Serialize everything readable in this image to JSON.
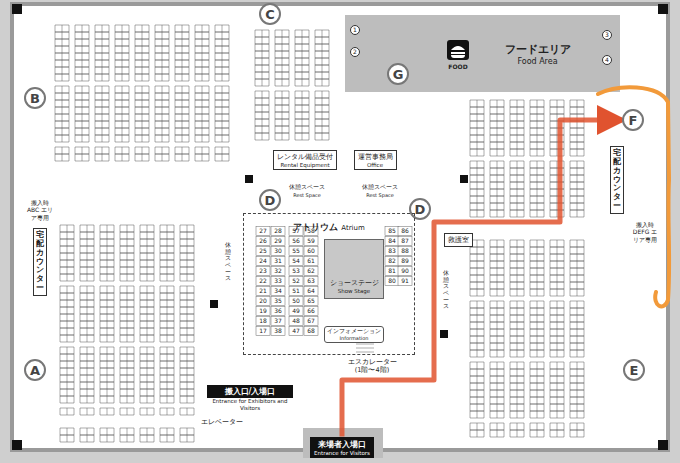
{
  "diagram": {
    "nodes": [
      {
        "text": [
          "C"
        ]
      },
      {
        "text": [
          "G"
        ]
      },
      {
        "text": [
          "B"
        ]
      },
      {
        "text": [
          "F"
        ]
      },
      {
        "text": [
          "D"
        ]
      },
      {
        "text": [
          "D"
        ]
      },
      {
        "text": [
          "A"
        ]
      },
      {
        "text": [
          "E"
        ]
      },
      {
        "text": [
          "フードエリア",
          "Food Area"
        ]
      },
      {
        "text": [
          "レンタル備品受付",
          "Rental Equipment"
        ]
      },
      {
        "text": [
          "運営事務局",
          "Office"
        ]
      },
      {
        "text": [
          "アトリウム",
          "Atrium"
        ]
      },
      {
        "text": [
          "ショーステージ",
          "Show Stage"
        ],
        "in": 11
      },
      {
        "text": [
          "インフォメーション",
          "Information"
        ],
        "in": 11
      },
      {
        "text": [
          "救護室"
        ]
      },
      {
        "text": [
          "宅配カウンター"
        ]
      },
      {
        "text": [
          "宅配カウンター"
        ]
      },
      {
        "text": [
          "搬入時 ABC エリア専用"
        ]
      },
      {
        "text": [
          "搬入時 DEFG エリア専用"
        ]
      },
      {
        "text": [
          "搬入口/入場口",
          "Entrance for Exhibitors and Visitors"
        ]
      },
      {
        "text": [
          "来場者入場口",
          "Entrance for Visitors"
        ]
      },
      {
        "text": [
          "休憩スペース",
          "Rest Space"
        ]
      },
      {
        "text": [
          "休憩スペース",
          "Rest Space"
        ]
      },
      {
        "text": [
          "休憩スペース"
        ]
      },
      {
        "text": [
          "休憩スペース"
        ]
      }
    ],
    "edges": [
      {
        "from": 20,
        "to": 3,
        "arrow": "to"
      }
    ],
    "labels": [
      "FOOD",
      "エスカレーター",
      "(1階〜4階)",
      "エレベーター",
      "1",
      "2",
      "3",
      "4",
      "27",
      "28",
      "57",
      "58",
      "26",
      "29",
      "56",
      "59",
      "25",
      "30",
      "55",
      "60",
      "24",
      "31",
      "54",
      "61",
      "23",
      "32",
      "53",
      "62",
      "22",
      "33",
      "52",
      "63",
      "21",
      "34",
      "51",
      "64",
      "20",
      "35",
      "50",
      "65",
      "19",
      "36",
      "49",
      "66",
      "18",
      "37",
      "48",
      "67",
      "17",
      "38",
      "47",
      "68",
      "85",
      "86",
      "84",
      "87",
      "83",
      "88",
      "82",
      "89",
      "81",
      "90",
      "80",
      "91"
    ]
  }
}
